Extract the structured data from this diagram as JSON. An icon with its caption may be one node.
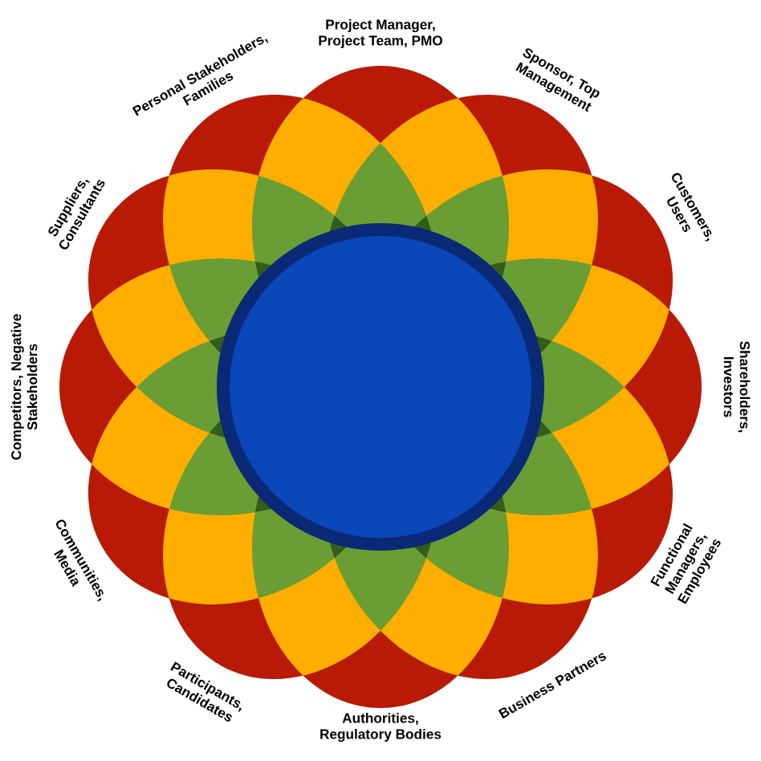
{
  "diagram": {
    "labels": [
      "Project Manager, Project Team, PMO",
      "Sponsor, Top Management",
      "Customers, Users",
      "Shareholders, Investors",
      "Functional Managers, Employees",
      "Business Partners",
      "Authorities, Regulatory Bodies",
      "Participants, Candidates",
      "Communities, Media",
      "Competitors, Negative Stakeholders",
      "Suppliers, Consultants",
      "Personal Stakeholders, Families"
    ]
  }
}
